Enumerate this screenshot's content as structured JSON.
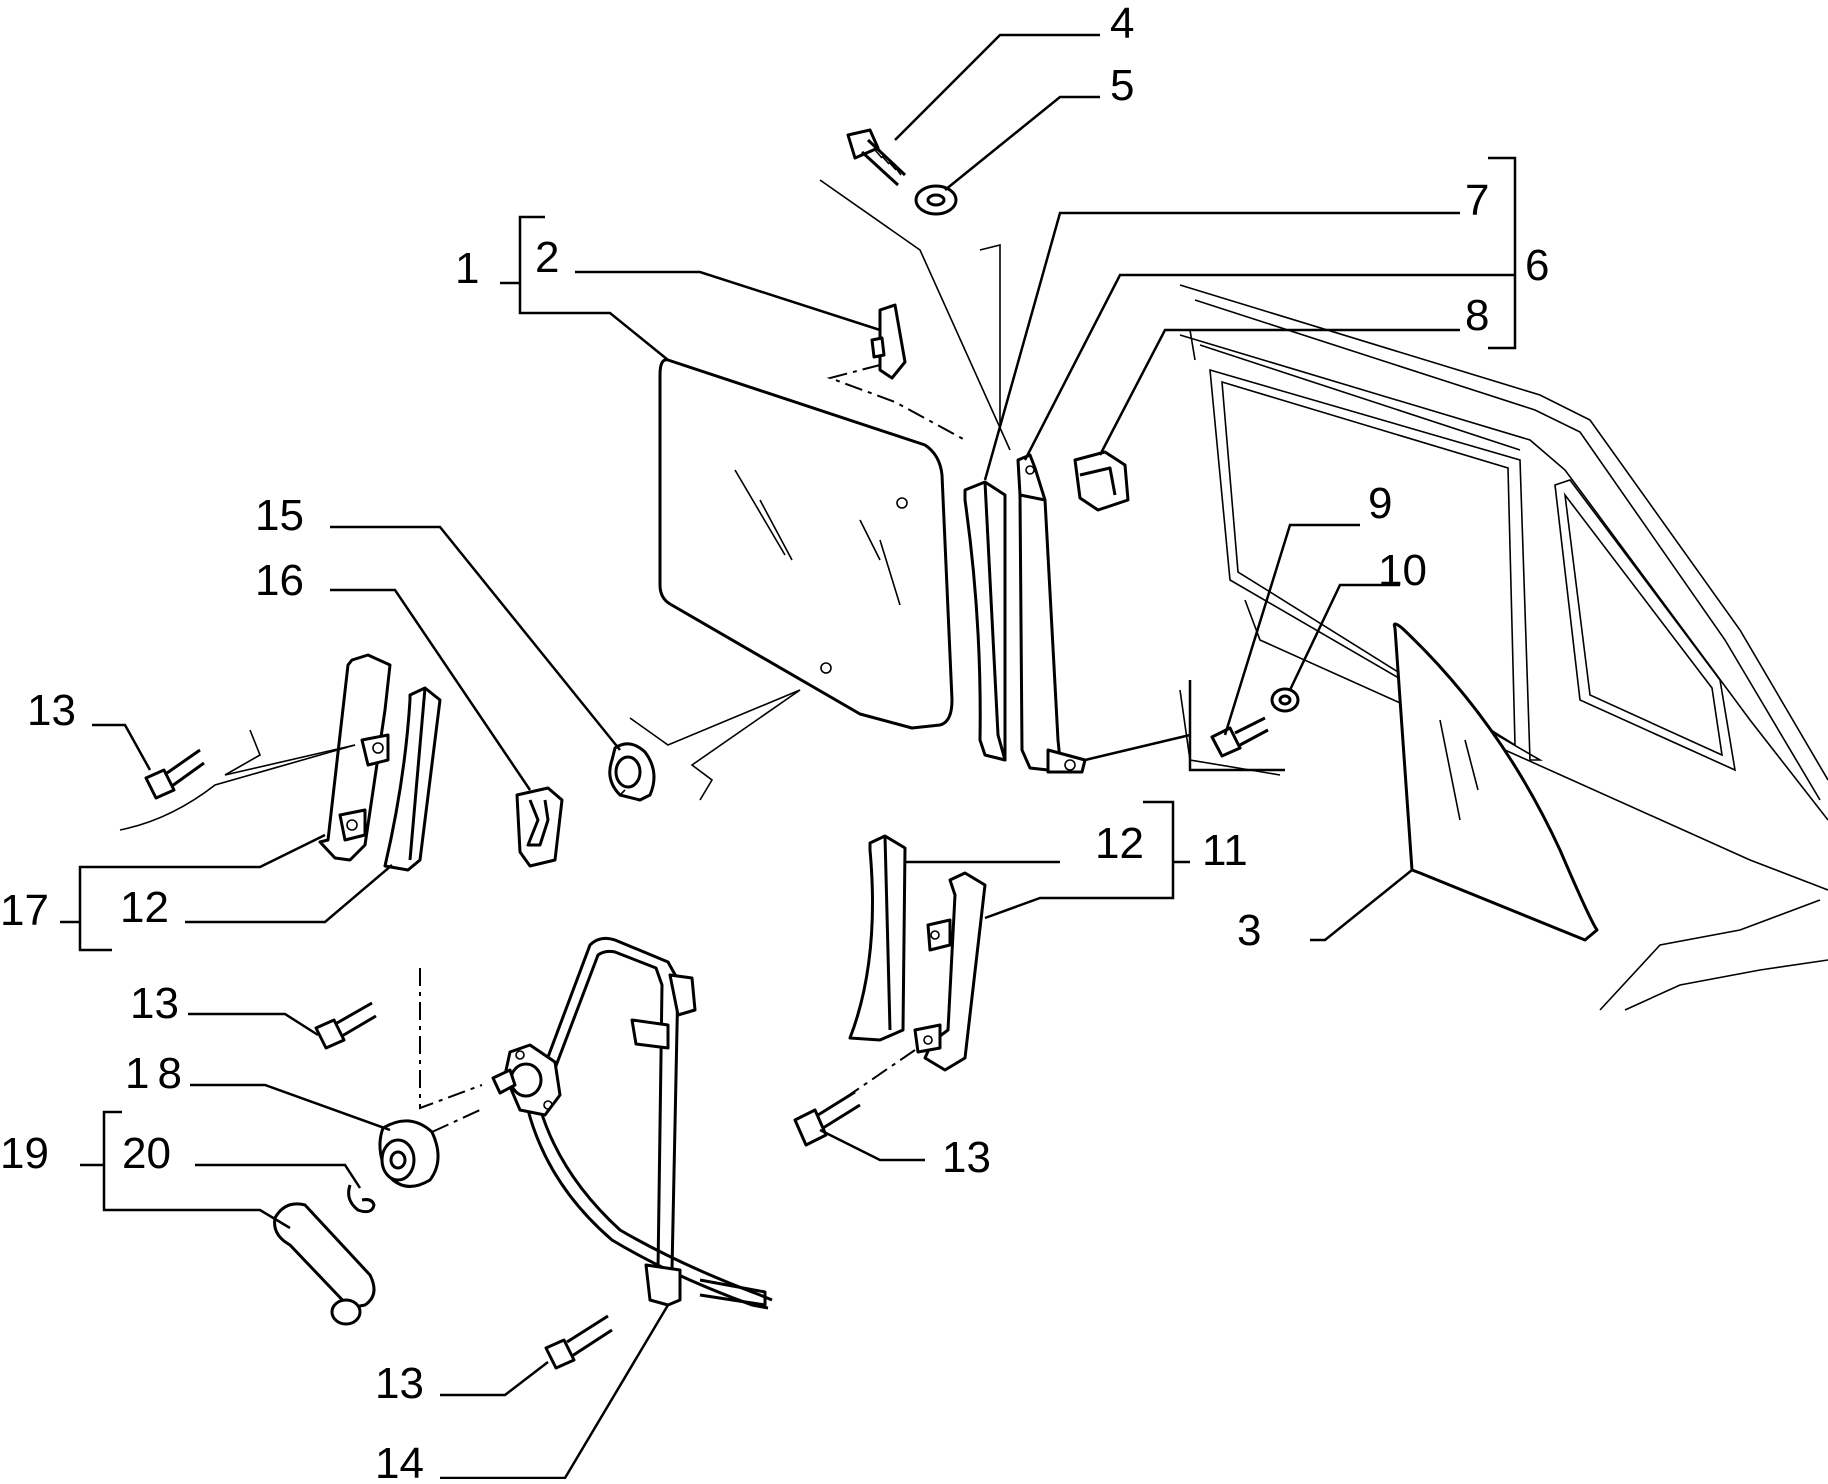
{
  "labels": {
    "l1": "1",
    "l2": "2",
    "l3": "3",
    "l4": "4",
    "l5": "5",
    "l6": "6",
    "l7": "7",
    "l8": "8",
    "l9": "9",
    "l10": "10",
    "l11": "11",
    "l12a": "12",
    "l12b": "12",
    "l13a": "13",
    "l13b": "13",
    "l13c": "13",
    "l13d": "13",
    "l14": "14",
    "l15": "15",
    "l16": "16",
    "l17": "17",
    "l18": "18",
    "l19": "19",
    "l20": "20"
  }
}
